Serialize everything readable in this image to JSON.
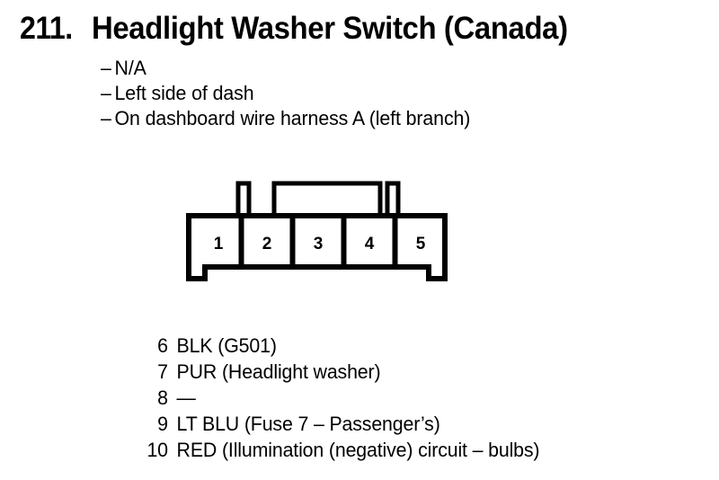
{
  "header": {
    "entry_number": "211.",
    "title": "Headlight Washer Switch (Canada)"
  },
  "details": {
    "dash": "–",
    "items": [
      {
        "text": "N/A"
      },
      {
        "text": "Left side of dash"
      },
      {
        "text": "On dashboard wire harness A (left branch)"
      }
    ]
  },
  "connector": {
    "cavity_labels": [
      "1",
      "2",
      "3",
      "4",
      "5"
    ],
    "outline_color": "#000000",
    "fill_color": "#ffffff"
  },
  "pin_legend": {
    "rows": [
      {
        "pin": "6",
        "description": "BLK (G501)"
      },
      {
        "pin": "7",
        "description": "PUR (Headlight washer)"
      },
      {
        "pin": "8",
        "description": "—"
      },
      {
        "pin": "9",
        "description": "LT BLU (Fuse 7 – Passenger’s)"
      },
      {
        "pin": "10",
        "description": "RED (Illumination (negative) circuit – bulbs)"
      }
    ]
  }
}
